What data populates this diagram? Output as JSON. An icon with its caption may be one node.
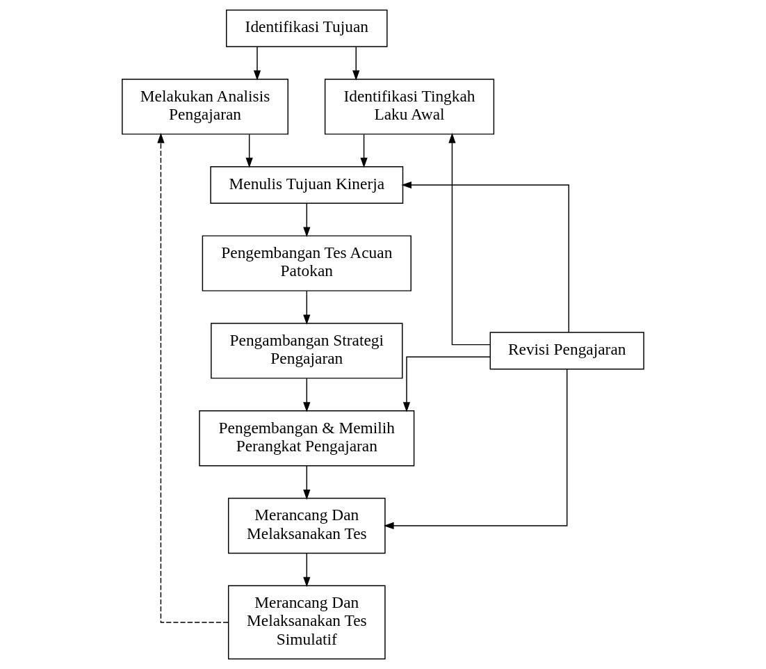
{
  "diagram": {
    "nodes": [
      {
        "text": [
          "Identifikasi Tujuan"
        ]
      },
      {
        "text": [
          "Melakukan Analisis Pengajaran"
        ]
      },
      {
        "text": [
          "Identifikasi Tingkah Laku Awal"
        ]
      },
      {
        "text": [
          "Menulis Tujuan Kinerja"
        ]
      },
      {
        "text": [
          "Pengembangan Tes Acuan Patokan"
        ]
      },
      {
        "text": [
          "Pengambangan Strategi Pengajaran"
        ]
      },
      {
        "text": [
          "Pengembangan & Memilih Perangkat Pengajaran"
        ]
      },
      {
        "text": [
          "Merancang Dan Melaksanakan Tes"
        ]
      },
      {
        "text": [
          "Revisi Pengajaran"
        ]
      },
      {
        "text": [
          "Merancang Dan Melaksanakan Tes Simulatif"
        ]
      }
    ],
    "edges": [
      {
        "from": 0,
        "to": 1,
        "arrow": "to"
      },
      {
        "from": 0,
        "to": 2,
        "arrow": "to"
      },
      {
        "from": 1,
        "to": 3,
        "arrow": "to"
      },
      {
        "from": 2,
        "to": 3,
        "arrow": "to"
      },
      {
        "from": 8,
        "to": 2,
        "arrow": "to"
      },
      {
        "from": 8,
        "to": 3,
        "arrow": "to"
      },
      {
        "from": 3,
        "to": 4,
        "arrow": "to"
      },
      {
        "from": 4,
        "to": 5,
        "arrow": "to"
      },
      {
        "from": 5,
        "to": 6,
        "arrow": "to"
      },
      {
        "from": 8,
        "to": 6,
        "arrow": "to"
      },
      {
        "from": 6,
        "to": 7,
        "arrow": "to"
      },
      {
        "from": 8,
        "to": 7,
        "arrow": "to"
      },
      {
        "from": 7,
        "to": 9,
        "arrow": "to"
      },
      {
        "from": 9,
        "to": 1,
        "arrow": "to",
        "style": "dashed"
      }
    ]
  }
}
